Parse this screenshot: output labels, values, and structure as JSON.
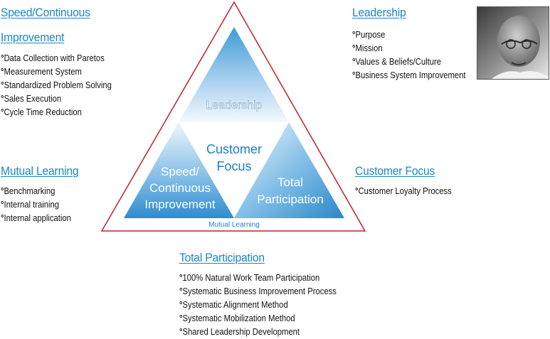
{
  "sections": {
    "speed": {
      "title_line1": "Speed/Continuous",
      "title_line2": "Improvement",
      "items": [
        "Data Collection with Paretos",
        "Measurement System",
        "Standardized Problem Solving",
        "Sales Execution",
        "Cycle Time Reduction"
      ]
    },
    "leadership": {
      "title": "Leadership",
      "items": [
        "Purpose",
        "Mission",
        "Values & Beliefs/Culture",
        "Business System Improvement"
      ]
    },
    "mutual": {
      "title": "Mutual Learning",
      "items": [
        "Benchmarking",
        "Internal training",
        "Internal application"
      ]
    },
    "customer": {
      "title": "Customer Focus",
      "items": [
        "Customer Loyalty Process"
      ]
    },
    "total": {
      "title": "Total Participation",
      "items": [
        "100% Natural Work Team Participation",
        "Systematic Business Improvement Process",
        "Systematic Alignment Method",
        "Systematic Mobilization Method",
        "Shared Leadership Development"
      ]
    }
  },
  "triangle": {
    "top_label": "Leadership",
    "center_line1": "Customer",
    "center_line2": "Focus",
    "left_line1": "Speed/",
    "left_line2": "Continuous",
    "left_line3": "Improvement",
    "right_line1": "Total",
    "right_line2": "Participation",
    "base_label": "Mutual Learning"
  },
  "colors": {
    "heading": "#1a86c8",
    "outline": "#c0202e",
    "center_text": "#1b7fc0",
    "base_label": "#1a86c8"
  }
}
